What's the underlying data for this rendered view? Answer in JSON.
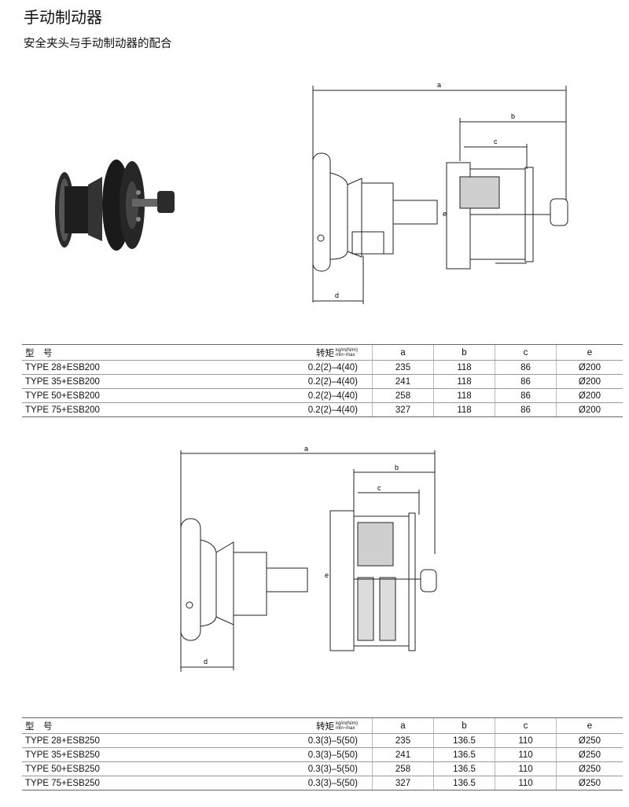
{
  "page": {
    "title": "手动制动器",
    "subtitle": "安全夹头与手动制动器的配合"
  },
  "dimension_labels": {
    "a": "a",
    "b": "b",
    "c": "c",
    "d": "d",
    "e": "e"
  },
  "table_header": {
    "model": "型　号",
    "torque": "转矩",
    "torque_unit_top": "kg/m(N/m)",
    "torque_unit_bottom": "min~max",
    "a": "a",
    "b": "b",
    "c": "c",
    "e": "e"
  },
  "table_esb200": [
    {
      "model": "TYPE  28+ESB200",
      "torque": "0.2(2)–4(40)",
      "a": "235",
      "b": "118",
      "c": "86",
      "e": "Ø200"
    },
    {
      "model": "TYPE  35+ESB200",
      "torque": "0.2(2)–4(40)",
      "a": "241",
      "b": "118",
      "c": "86",
      "e": "Ø200"
    },
    {
      "model": "TYPE  50+ESB200",
      "torque": "0.2(2)–4(40)",
      "a": "258",
      "b": "118",
      "c": "86",
      "e": "Ø200"
    },
    {
      "model": "TYPE  75+ESB200",
      "torque": "0.2(2)–4(40)",
      "a": "327",
      "b": "118",
      "c": "86",
      "e": "Ø200"
    }
  ],
  "table_esb250": [
    {
      "model": "TYPE  28+ESB250",
      "torque": "0.3(3)–5(50)",
      "a": "235",
      "b": "136.5",
      "c": "110",
      "e": "Ø250"
    },
    {
      "model": "TYPE  35+ESB250",
      "torque": "0.3(3)–5(50)",
      "a": "241",
      "b": "136.5",
      "c": "110",
      "e": "Ø250"
    },
    {
      "model": "TYPE  50+ESB250",
      "torque": "0.3(3)–5(50)",
      "a": "258",
      "b": "136.5",
      "c": "110",
      "e": "Ø250"
    },
    {
      "model": "TYPE  75+ESB250",
      "torque": "0.3(3)–5(50)",
      "a": "327",
      "b": "136.5",
      "c": "110",
      "e": "Ø250"
    }
  ]
}
